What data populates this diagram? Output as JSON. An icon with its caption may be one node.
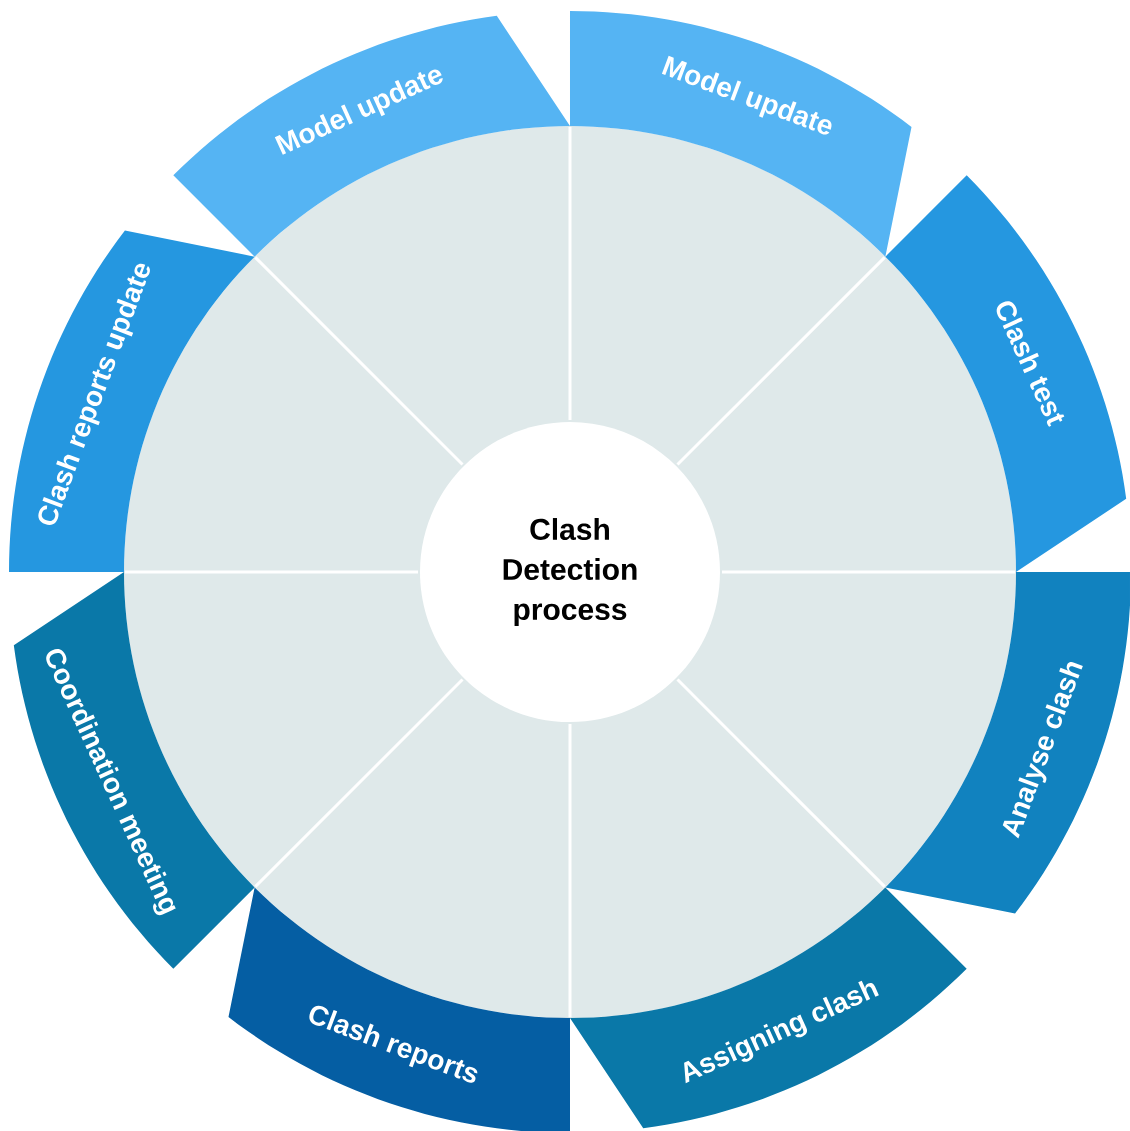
{
  "diagram": {
    "nodes": [
      {
        "text": [
          "Clash Detection process"
        ]
      },
      {
        "text": [
          "Model update"
        ]
      },
      {
        "text": [
          "Clash test"
        ]
      },
      {
        "text": [
          "Analyse clash"
        ]
      },
      {
        "text": [
          "Assigning clash"
        ]
      },
      {
        "text": [
          "Clash reports"
        ]
      },
      {
        "text": [
          "Coordination meeting"
        ]
      },
      {
        "text": [
          "Clash reports update"
        ]
      },
      {
        "text": [
          "Model update"
        ]
      }
    ]
  }
}
